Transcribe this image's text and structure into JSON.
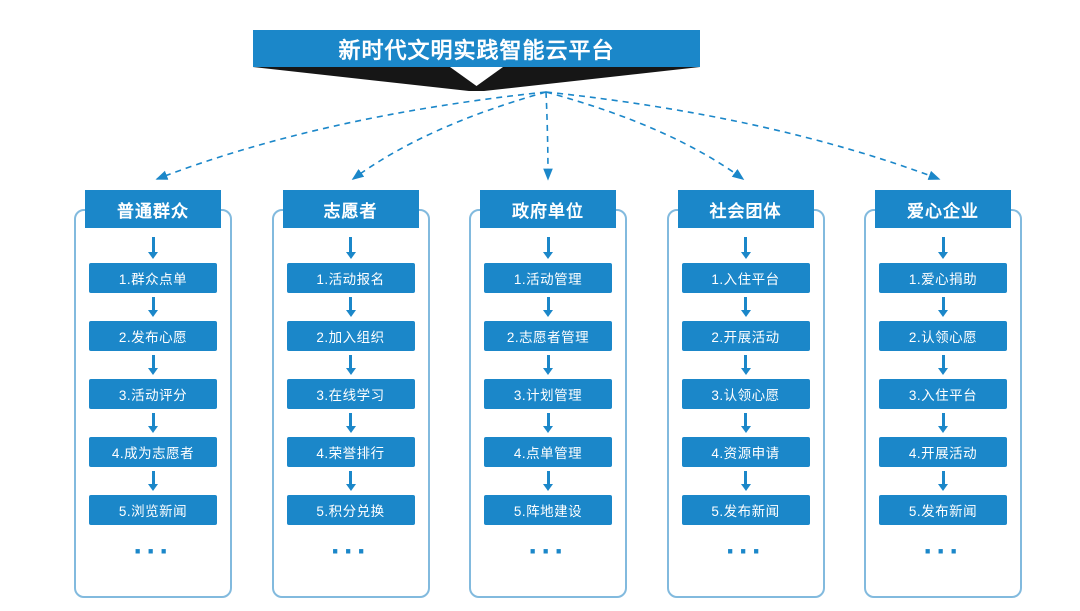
{
  "banner": {
    "title": "新时代文明实践智能云平台"
  },
  "columns": [
    {
      "header": "普通群众",
      "items": [
        "1.群众点单",
        "2.发布心愿",
        "3.活动评分",
        "4.成为志愿者",
        "5.浏览新闻"
      ],
      "more": "···"
    },
    {
      "header": "志愿者",
      "items": [
        "1.活动报名",
        "2.加入组织",
        "3.在线学习",
        "4.荣誉排行",
        "5.积分兑换"
      ],
      "more": "···"
    },
    {
      "header": "政府单位",
      "items": [
        "1.活动管理",
        "2.志愿者管理",
        "3.计划管理",
        "4.点单管理",
        "5.阵地建设"
      ],
      "more": "···"
    },
    {
      "header": "社会团体",
      "items": [
        "1.入住平台",
        "2.开展活动",
        "3.认领心愿",
        "4.资源申请",
        "5.发布新闻"
      ],
      "more": "···"
    },
    {
      "header": "爱心企业",
      "items": [
        "1.爱心捐助",
        "2.认领心愿",
        "3.入住平台",
        "4.开展活动",
        "5.发布新闻"
      ],
      "more": "···"
    }
  ],
  "colors": {
    "primary": "#1b87c9",
    "frame_border": "#82bade",
    "funnel_dark": "#161616"
  }
}
